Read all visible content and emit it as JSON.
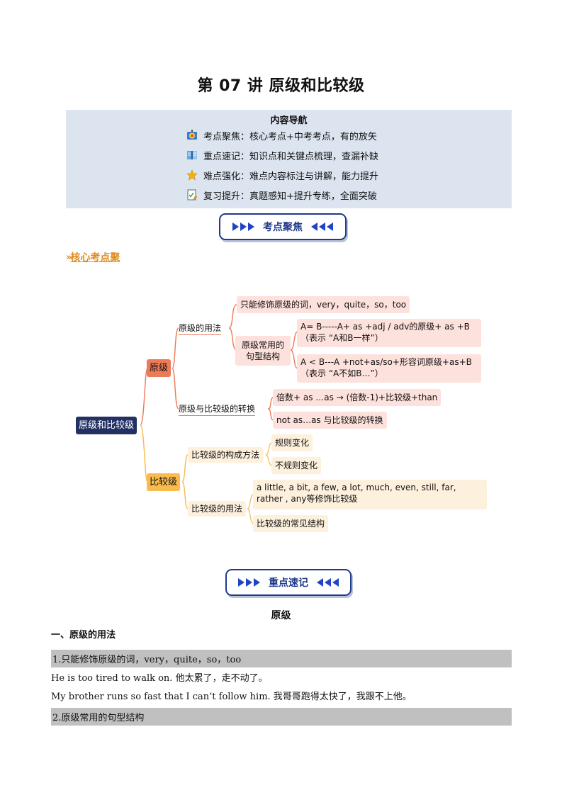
{
  "title": "第 07 讲  原级和比较级",
  "nav": {
    "heading": "内容导航",
    "items": [
      {
        "label": "考点聚焦：核心考点+中考考点，有的放矢",
        "icon": "target-board-icon"
      },
      {
        "label": "重点速记：知识点和关键点梳理，查漏补缺",
        "icon": "book-icon"
      },
      {
        "label": "难点强化：难点内容标注与讲解，能力提升",
        "icon": "star-icon"
      },
      {
        "label": "复习提升：真题感知+提升专练，全面突破",
        "icon": "checklist-icon"
      }
    ]
  },
  "section1": {
    "label": "考点聚焦"
  },
  "core_points_label": "核心考点聚",
  "mindmap": {
    "root": "原级和比较级",
    "branch1": "原级",
    "b1_usage": "原级的用法",
    "b1_usage_a": "只能修饰原级的词，very，quite，so，too",
    "b1_usage_b": "原级常用的句型结构",
    "b1_usage_b1": "A= B-----A+ as +adj / adv的原级+ as +B （表示 “A和B一样”）",
    "b1_usage_b2": "A < B---A +not+as/so+形容词原级+as+B（表示 “A不如B…”）",
    "b1_convert": "原级与比较级的转换",
    "b1_convert_a": "倍数+ as …as → (倍数-1)+比较级+than",
    "b1_convert_b": "not as…as 与比较级的转换",
    "branch2": "比较级",
    "b2_form": "比较级的构成方法",
    "b2_form_a": "规则变化",
    "b2_form_b": "不规则变化",
    "b2_usage": "比较级的用法",
    "b2_usage_a": "a little, a bit, a few, a lot, much, even, still, far, rather , any等修饰比较级",
    "b2_usage_b": "比较级的常见结构"
  },
  "section2": {
    "label": "重点速记"
  },
  "content": {
    "heading": "原级",
    "sub1": "一、原级的用法",
    "bar1": "1.只能修饰原级的词，very，quite，so，too",
    "line1": "He is too tired to walk on.  他太累了，走不动了。",
    "line2": "My brother runs so fast that I can’t follow him.    我哥哥跑得太快了，我跟不上他。",
    "bar2": "2.原级常用的句型结构"
  }
}
